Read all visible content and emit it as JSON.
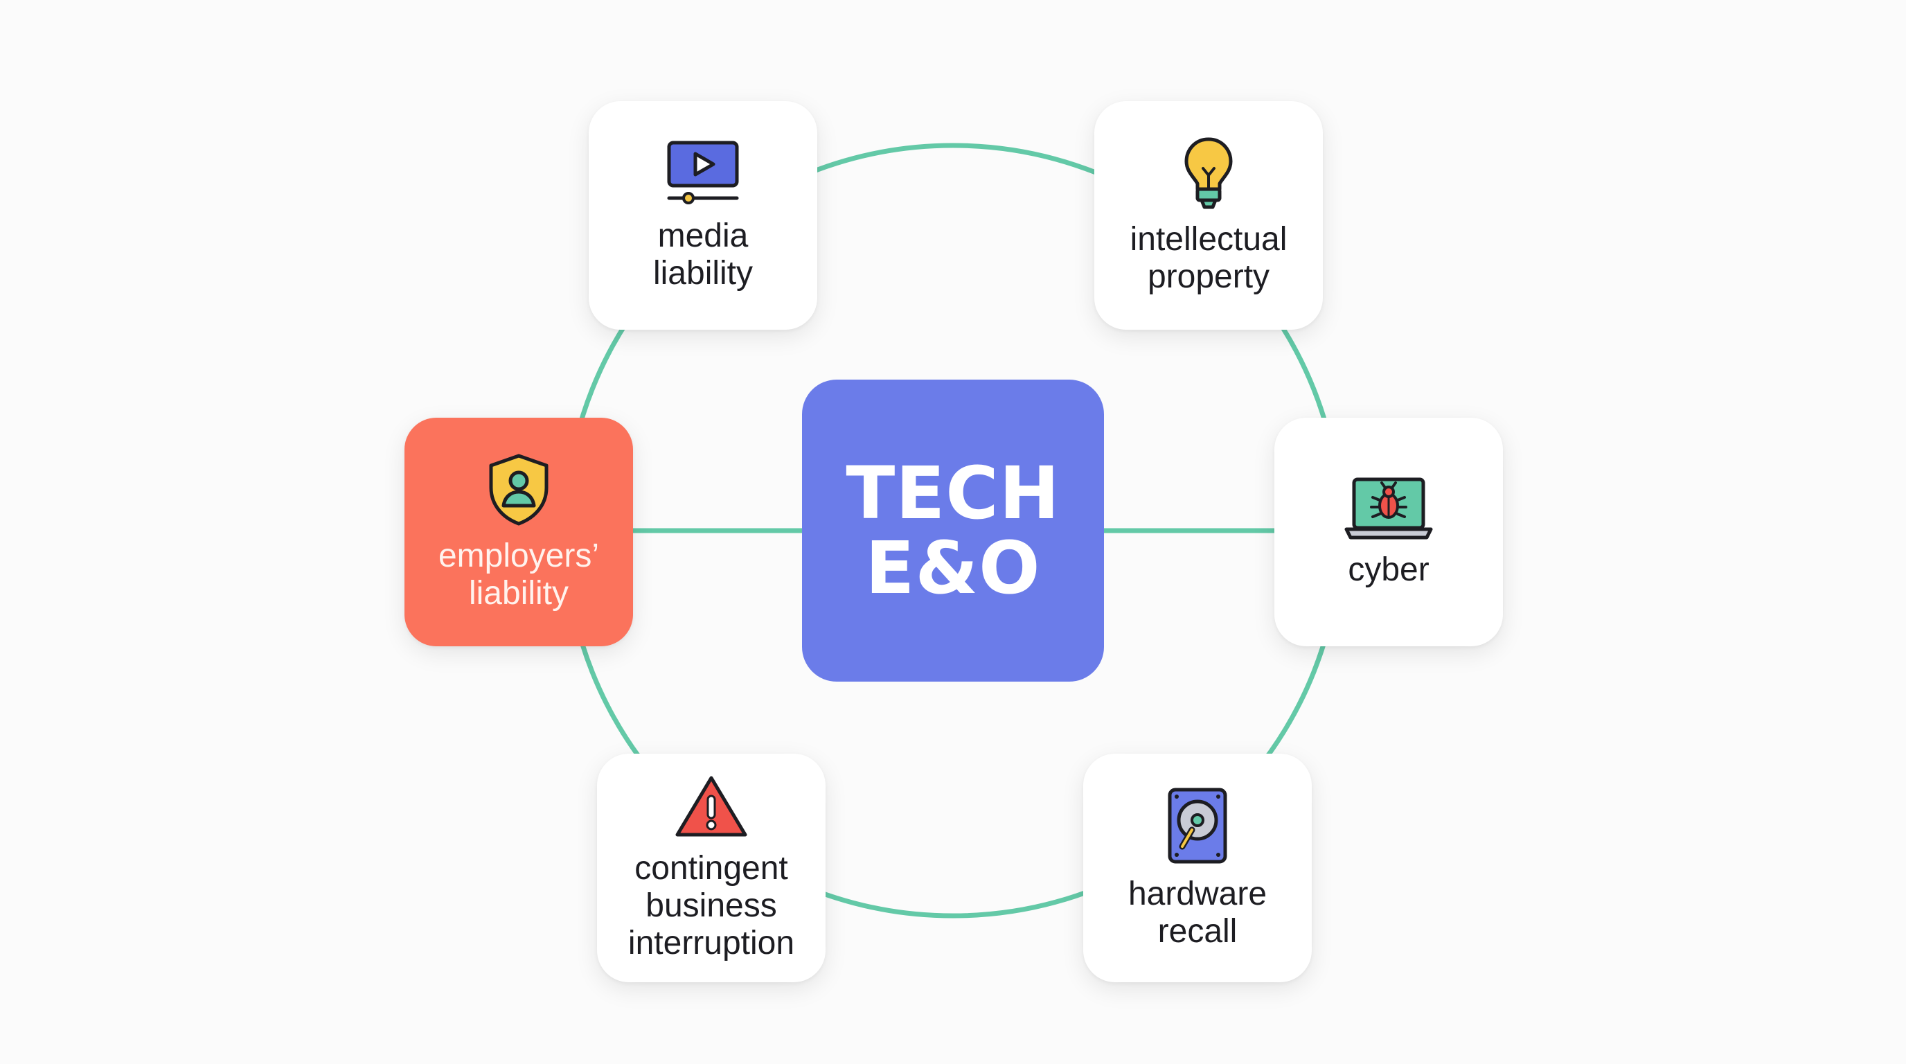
{
  "hub": {
    "title": "TECH\nE&O",
    "color": "#6b7ce9"
  },
  "ring_color": "#63c9a7",
  "nodes": [
    {
      "id": "media",
      "label": "media\nliability",
      "icon": "video-play-icon"
    },
    {
      "id": "ip",
      "label": "intellectual\nproperty",
      "icon": "lightbulb-icon"
    },
    {
      "id": "employers",
      "label": "employers’\nliability",
      "icon": "shield-person-icon",
      "highlighted": true,
      "color": "#fb735c"
    },
    {
      "id": "cyber",
      "label": "cyber",
      "icon": "laptop-bug-icon"
    },
    {
      "id": "contingent",
      "label": "contingent\nbusiness\ninterruption",
      "icon": "warning-triangle-icon"
    },
    {
      "id": "hardware",
      "label": "hardware\nrecall",
      "icon": "hard-drive-icon"
    }
  ]
}
